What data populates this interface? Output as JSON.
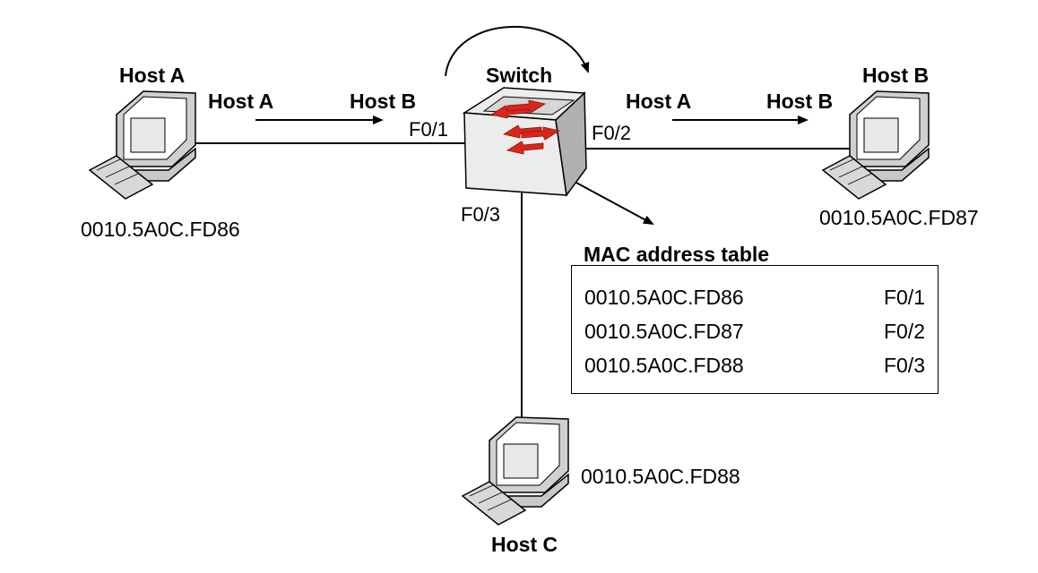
{
  "hosts": {
    "a": {
      "name": "Host A",
      "mac": "0010.5A0C.FD86"
    },
    "b": {
      "name": "Host B",
      "mac": "0010.5A0C.FD87"
    },
    "c": {
      "name": "Host C",
      "mac": "0010.5A0C.FD88"
    }
  },
  "switch": {
    "name": "Switch",
    "ports": {
      "f01": "F0/1",
      "f02": "F0/2",
      "f03": "F0/3"
    }
  },
  "frames": {
    "incoming": {
      "src": "Host A",
      "dst": "Host B"
    },
    "outgoing": {
      "src": "Host A",
      "dst": "Host B"
    }
  },
  "mac_table": {
    "title": "MAC address table",
    "rows": [
      {
        "mac": "0010.5A0C.FD86",
        "port": "F0/1"
      },
      {
        "mac": "0010.5A0C.FD87",
        "port": "F0/2"
      },
      {
        "mac": "0010.5A0C.FD88",
        "port": "F0/3"
      }
    ]
  },
  "colors": {
    "line": "#000000",
    "arrow_red": "#d9261c",
    "switch_top": "#e4e4e4",
    "switch_side": "#a8a8a8"
  }
}
